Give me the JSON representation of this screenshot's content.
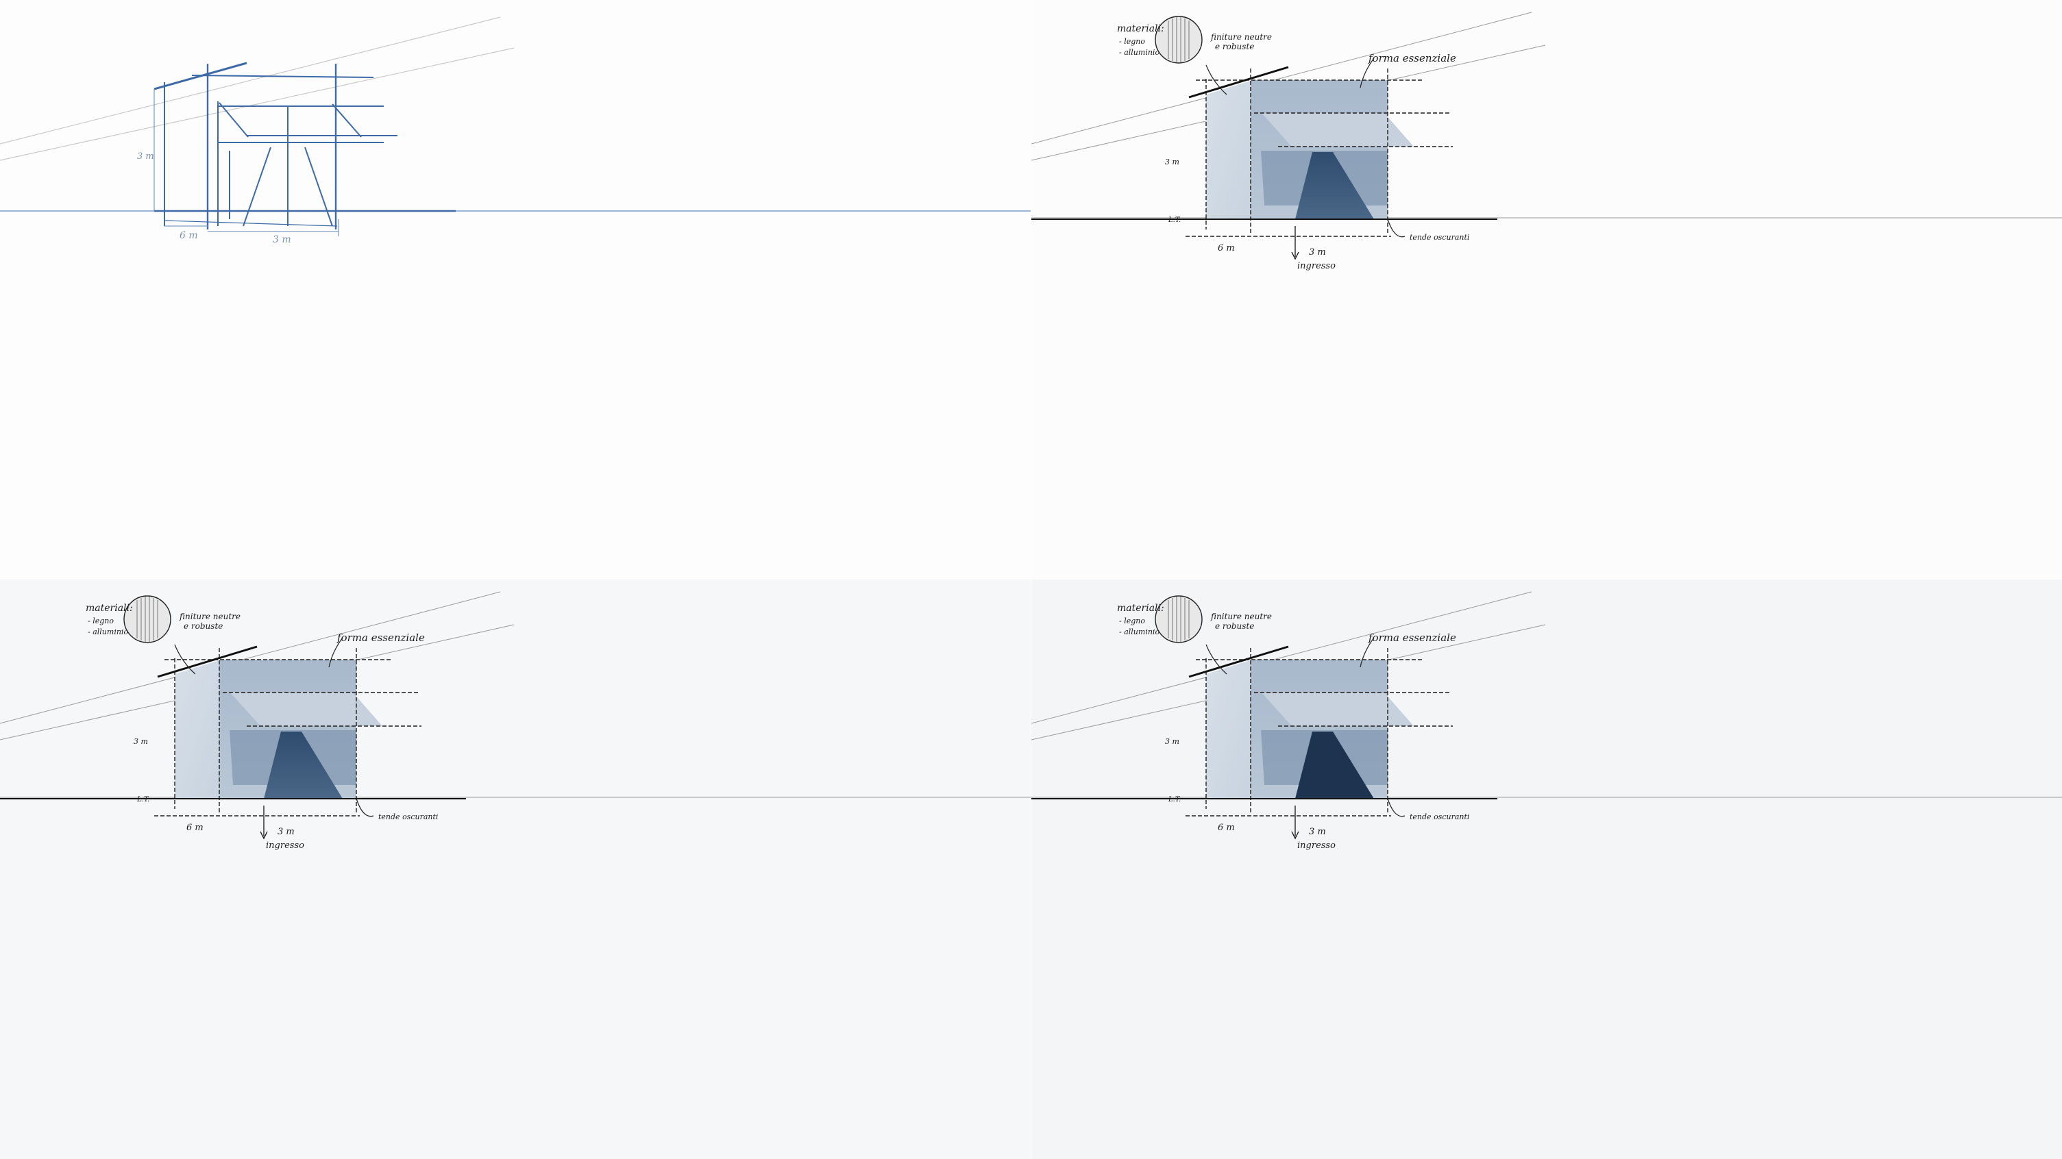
{
  "panels": [
    {
      "id": "p1",
      "stage": "construction"
    },
    {
      "id": "p2",
      "stage": "shaded"
    },
    {
      "id": "p3",
      "stage": "shaded-toned"
    },
    {
      "id": "p4",
      "stage": "final"
    }
  ],
  "annotations": {
    "height_dim": "3 m",
    "left_dim": "6 m",
    "front_dim": "3 m",
    "ground_line": "L.T.",
    "materials_title": "materiali:",
    "material_1": "- legno",
    "material_2": "- alluminio",
    "finish_1": "finiture neutre",
    "finish_2": "e robuste",
    "essential_form": "forma essenziale",
    "awnings": "tende oscuranti",
    "entrance": "ingresso"
  },
  "colors": {
    "construction_line": "#3d6aa6",
    "pencil": "#1d1d1d",
    "wash_light": "#cfd9e4",
    "wash_mid": "#9fb3c9",
    "wash_dark": "#3c5878",
    "wash_deep": "#1e3350"
  }
}
